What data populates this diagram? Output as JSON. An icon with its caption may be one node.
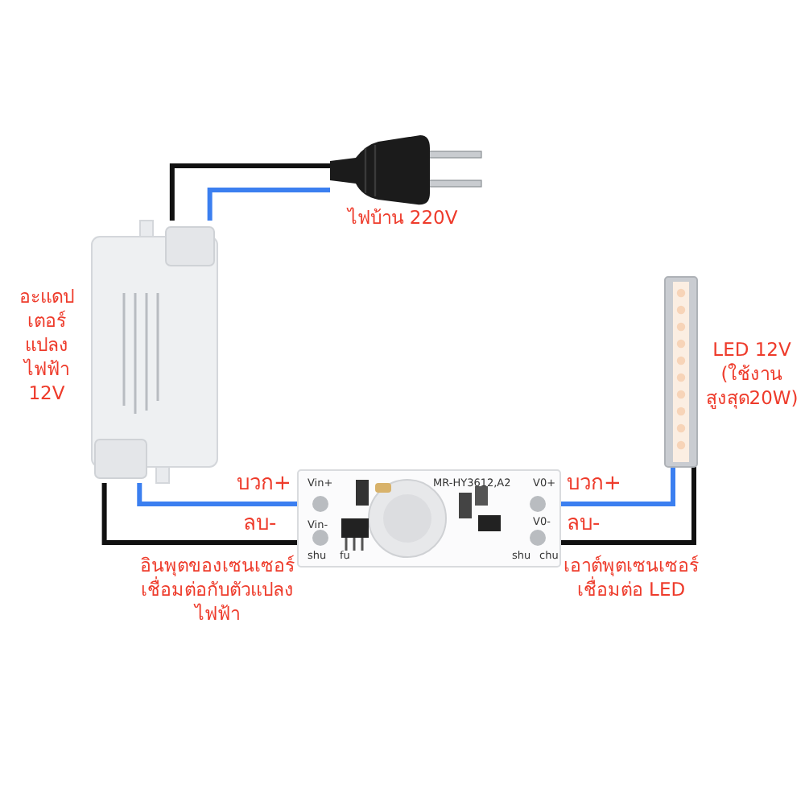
{
  "diagram": {
    "nodes": [
      {
        "text": [],
        "shape": "picture",
        "beside": [
          "ไฟบ้าน 220V"
        ]
      },
      {
        "text": [],
        "shape": "picture",
        "beside": [
          "อะแดปเตอร์แปลงไฟฟ้า 12V"
        ]
      },
      {
        "text": [],
        "shape": "picture"
      },
      {
        "text": [],
        "shape": "picture",
        "beside": [
          "LED 12V (ใช้งานสูงสุด20W)"
        ]
      }
    ],
    "edges": [
      {
        "from": 0,
        "to": 1,
        "arrow": "none"
      },
      {
        "from": 0,
        "to": 1,
        "arrow": "none",
        "color": "#3b7ff0"
      },
      {
        "from": 1,
        "to": 2,
        "arrow": "none",
        "label": "บวก+",
        "color": "#3b7ff0"
      },
      {
        "from": 1,
        "to": 2,
        "arrow": "none",
        "label": "ลบ-"
      },
      {
        "from": 2,
        "to": 3,
        "arrow": "none",
        "label": "บวก+",
        "color": "#3b7ff0"
      },
      {
        "from": 2,
        "to": 3,
        "arrow": "none",
        "label": "ลบ-"
      }
    ],
    "labels": [
      "Vin+",
      "Vin-",
      "MR-HY3612,A2",
      "V0+",
      "V0-",
      "shu",
      "fu",
      "shu",
      "chu",
      "อินพุตของเซนเซอร์เชื่อมต่อกับตัวแปลงไฟฟ้า",
      "เอาต์พุตเซนเซอร์เชื่อมต่อ LED"
    ]
  }
}
